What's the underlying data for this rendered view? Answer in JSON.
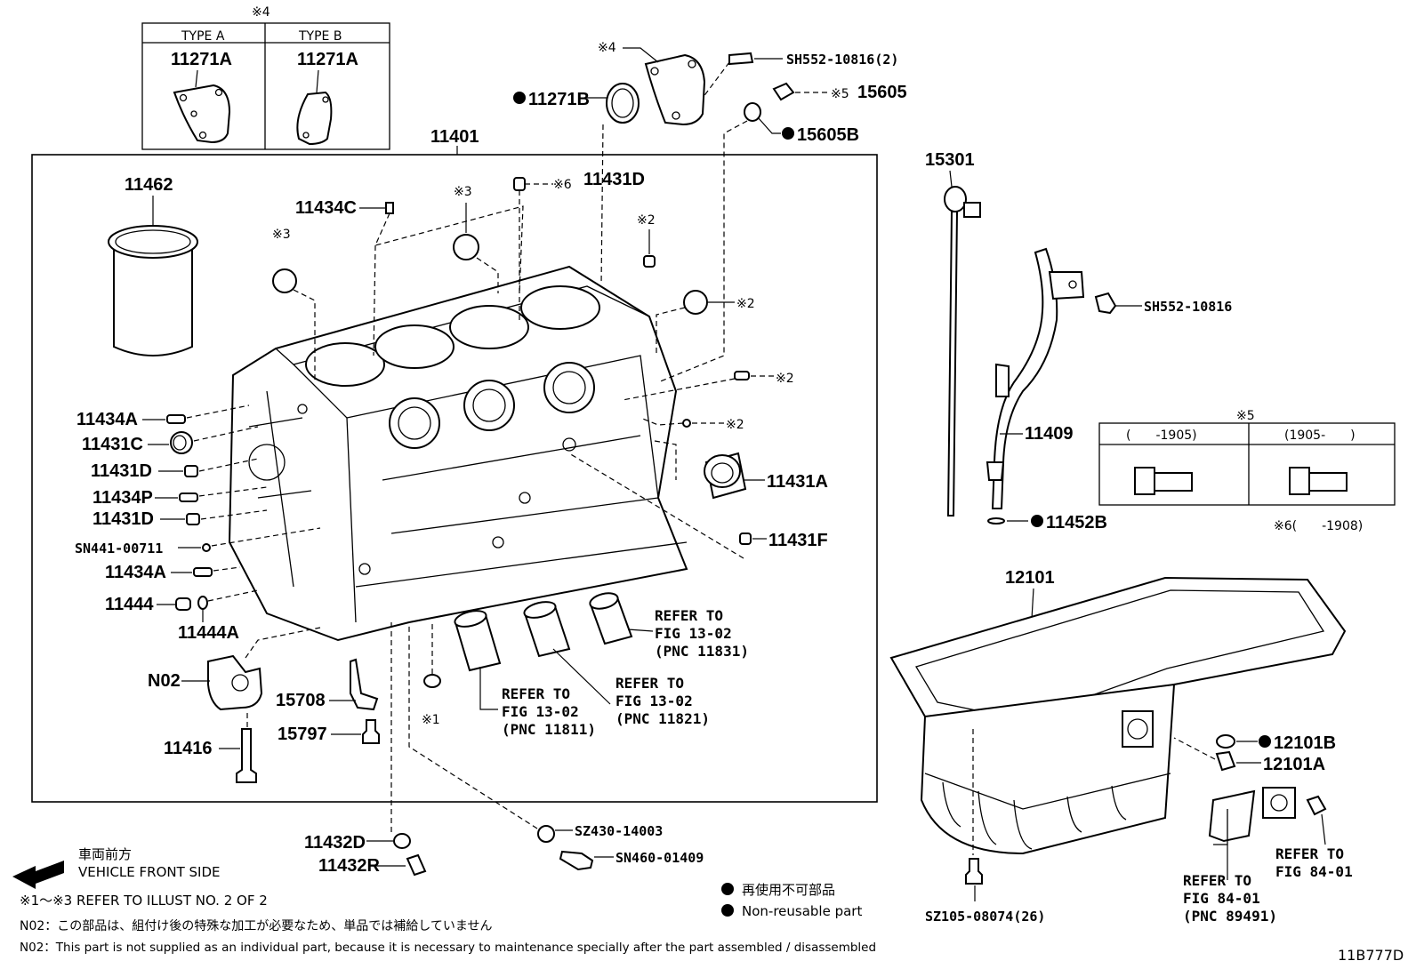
{
  "diagram_code": "11B777D",
  "type_table": {
    "note_mark": "※4",
    "col_a": "TYPE A",
    "col_b": "TYPE B",
    "part_a": "11271A",
    "part_b": "11271A"
  },
  "block_label": "11401",
  "labels": {
    "p11462": "11462",
    "p11434C": "11434C",
    "n3a": "※3",
    "n3b": "※3",
    "n6": "※6",
    "p11431D_top": "11431D",
    "n2a": "※2",
    "n2b": "※2",
    "n2c": "※2",
    "n2d": "※2",
    "n4": "※4",
    "sh_top": "SH552-10816(2)",
    "p11271B": "11271B",
    "n5": "※5",
    "p15605": "15605",
    "p15605B": "15605B",
    "p11434A_1": "11434A",
    "p11431C": "11431C",
    "p11431D_1": "11431D",
    "p11434P": "11434P",
    "p11431D_2": "11431D",
    "sn441": "SN441-00711",
    "p11434A_2": "11434A",
    "p11444": "11444",
    "p11444A": "11444A",
    "n02": "N02",
    "p15708": "15708",
    "p15797": "15797",
    "p11416": "11416",
    "n1": "※1",
    "p11431A": "11431A",
    "p11431F": "11431F",
    "p11432D": "11432D",
    "p11432R": "11432R",
    "sz430": "SZ430-14003",
    "sn460": "SN460-01409",
    "p15301": "15301",
    "sh_mid": "SH552-10816",
    "p11409": "11409",
    "p11452B": "11452B",
    "p12101": "12101",
    "p12101B": "12101B",
    "p12101A": "12101A",
    "sz105": "SZ105-08074(26)"
  },
  "refs": {
    "r1": [
      "REFER TO",
      "FIG 13-02",
      "(PNC 11831)"
    ],
    "r2": [
      "REFER TO",
      "FIG 13-02",
      "(PNC 11821)"
    ],
    "r3": [
      "REFER TO",
      "FIG 13-02",
      "(PNC 11811)"
    ],
    "r4": [
      "REFER TO",
      "FIG 84-01",
      "(PNC 89491)"
    ],
    "r5": [
      "REFER TO",
      "FIG 84-01"
    ]
  },
  "note5_table": {
    "mark": "※5",
    "col_a": "(　　-1905)",
    "col_b": "(1905-　　)",
    "foot": "※6(　　-1908)"
  },
  "front": {
    "jp": "車両前方",
    "en": "VEHICLE FRONT SIDE"
  },
  "legend": {
    "jp": "再使用不可部品",
    "en": "Non-reusable part"
  },
  "footnotes": [
    "※1～※3  REFER TO ILLUST NO. 2 OF 2",
    "N02：この部品は、組付け後の特殊な加工が必要なため、単品では補給していません",
    "N02：This part is not supplied as an individual part, because it is necessary to maintenance specially after the part assembled / disassembled"
  ]
}
